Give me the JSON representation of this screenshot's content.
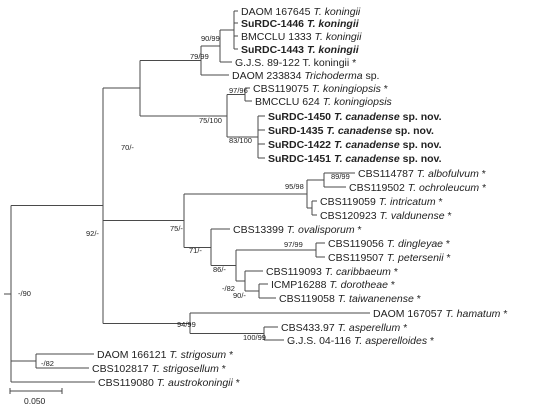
{
  "tree": {
    "taxa": [
      {
        "id": "T1",
        "parts": [
          [
            "DAOM 167645 ",
            0
          ],
          [
            "T. koningii",
            1
          ]
        ],
        "bold": false
      },
      {
        "id": "T2",
        "parts": [
          [
            "SuRDC-1446 ",
            0
          ],
          [
            "T. koningii",
            1
          ]
        ],
        "bold": true
      },
      {
        "id": "T3",
        "parts": [
          [
            "BMCCLU 1333 ",
            0
          ],
          [
            "T. koningii",
            1
          ]
        ],
        "bold": false
      },
      {
        "id": "T4",
        "parts": [
          [
            "SuRDC-1443 ",
            0
          ],
          [
            "T. koningii",
            1
          ]
        ],
        "bold": true
      },
      {
        "id": "T5",
        "parts": [
          [
            "G.J.S. 89-122 ",
            0
          ],
          [
            "T. koningii",
            0
          ],
          [
            " *",
            0
          ]
        ],
        "bold": false
      },
      {
        "id": "T6",
        "parts": [
          [
            "DAOM 233834 ",
            0
          ],
          [
            "Trichoderma",
            1
          ],
          [
            " sp.",
            0
          ]
        ],
        "bold": false
      },
      {
        "id": "T7",
        "parts": [
          [
            "CBS119075 ",
            0
          ],
          [
            "T. koningiopsis",
            1
          ],
          [
            " *",
            0
          ]
        ],
        "bold": false
      },
      {
        "id": "T8",
        "parts": [
          [
            "BMCCLU 624 ",
            0
          ],
          [
            "T. koningiopsis",
            1
          ]
        ],
        "bold": false
      },
      {
        "id": "T9",
        "parts": [
          [
            "SuRDC-1450 ",
            0
          ],
          [
            "T. canadense",
            1
          ],
          [
            " sp. nov.",
            0
          ]
        ],
        "bold": true
      },
      {
        "id": "T10",
        "parts": [
          [
            "SuRD-1435 ",
            0
          ],
          [
            "T. canadense",
            1
          ],
          [
            " sp. nov.",
            0
          ]
        ],
        "bold": true
      },
      {
        "id": "T11",
        "parts": [
          [
            "SuRDC-1422 ",
            0
          ],
          [
            "T. canadense",
            1
          ],
          [
            " sp. nov.",
            0
          ]
        ],
        "bold": true
      },
      {
        "id": "T12",
        "parts": [
          [
            "SuRDC-1451 ",
            0
          ],
          [
            "T. canadense",
            1
          ],
          [
            " sp. nov.",
            0
          ]
        ],
        "bold": true
      },
      {
        "id": "T13",
        "parts": [
          [
            "CBS114787 ",
            0
          ],
          [
            "T. albofulvum",
            1
          ],
          [
            " *",
            0
          ]
        ],
        "bold": false
      },
      {
        "id": "T14",
        "parts": [
          [
            "CBS119502 ",
            0
          ],
          [
            "T. ochroleucum",
            1
          ],
          [
            " *",
            0
          ]
        ],
        "bold": false
      },
      {
        "id": "T15",
        "parts": [
          [
            "CBS119059 ",
            0
          ],
          [
            "T. intricatum",
            1
          ],
          [
            " *",
            0
          ]
        ],
        "bold": false
      },
      {
        "id": "T16",
        "parts": [
          [
            "CBS120923 ",
            0
          ],
          [
            "T. valdunense",
            1
          ],
          [
            " *",
            0
          ]
        ],
        "bold": false
      },
      {
        "id": "T17",
        "parts": [
          [
            "CBS13399 ",
            0
          ],
          [
            "T. ovalisporum",
            1
          ],
          [
            " *",
            0
          ]
        ],
        "bold": false
      },
      {
        "id": "T18",
        "parts": [
          [
            "CBS119056 ",
            0
          ],
          [
            "T. dingleyae",
            1
          ],
          [
            " *",
            0
          ]
        ],
        "bold": false
      },
      {
        "id": "T19",
        "parts": [
          [
            "CBS119507 ",
            0
          ],
          [
            "T. petersenii",
            1
          ],
          [
            " *",
            0
          ]
        ],
        "bold": false
      },
      {
        "id": "T20",
        "parts": [
          [
            "CBS119093 ",
            0
          ],
          [
            "T. caribbaeum",
            1
          ],
          [
            " *",
            0
          ]
        ],
        "bold": false
      },
      {
        "id": "T21",
        "parts": [
          [
            "ICMP16288 ",
            0
          ],
          [
            "T. dorotheae",
            1
          ],
          [
            " *",
            0
          ]
        ],
        "bold": false
      },
      {
        "id": "T22",
        "parts": [
          [
            "CBS119058 ",
            0
          ],
          [
            "T. taiwanenense",
            1
          ],
          [
            " *",
            0
          ]
        ],
        "bold": false
      },
      {
        "id": "T23",
        "parts": [
          [
            "DAOM 167057 ",
            0
          ],
          [
            "T. hamatum",
            1
          ],
          [
            " *",
            0
          ]
        ],
        "bold": false
      },
      {
        "id": "T24",
        "parts": [
          [
            "CBS433.97 ",
            0
          ],
          [
            "T. asperellum",
            1
          ],
          [
            " *",
            0
          ]
        ],
        "bold": false
      },
      {
        "id": "T25",
        "parts": [
          [
            "G.J.S. 04-116 ",
            0
          ],
          [
            "T. asperelloides",
            1
          ],
          [
            " *",
            0
          ]
        ],
        "bold": false
      },
      {
        "id": "T26",
        "parts": [
          [
            "DAOM 166121 ",
            0
          ],
          [
            "T. strigosum",
            1
          ],
          [
            " *",
            0
          ]
        ],
        "bold": false
      },
      {
        "id": "T27",
        "parts": [
          [
            "CBS102817 ",
            0
          ],
          [
            "T. strigosellum",
            1
          ],
          [
            " *",
            0
          ]
        ],
        "bold": false
      },
      {
        "id": "T28",
        "parts": [
          [
            "CBS119080 ",
            0
          ],
          [
            "T. austrokoningii",
            1
          ],
          [
            " *",
            0
          ]
        ],
        "bold": false
      }
    ],
    "support_values": [
      {
        "node": "N_kon_core",
        "label": "90/99"
      },
      {
        "node": "N_kon_clade",
        "label": "79/99"
      },
      {
        "node": "N_koningiopsis",
        "label": "97/96"
      },
      {
        "node": "N_canadense",
        "label": "83/100"
      },
      {
        "node": "N_kp_can",
        "label": "75/100"
      },
      {
        "node": "N_upper",
        "label": "70/-"
      },
      {
        "node": "N_albo_ochro",
        "label": "89/99"
      },
      {
        "node": "N_pair2",
        "label": "95/98"
      },
      {
        "node": "N_ovalis",
        "label": "75/-"
      },
      {
        "node": "N_ding_pet",
        "label": "97/99"
      },
      {
        "node": "N_mid",
        "label": "71/-"
      },
      {
        "node": "N_carib",
        "label": "86/-"
      },
      {
        "node": "N_doro_taiw",
        "label": "90/-"
      },
      {
        "node": "N_carib_sub",
        "label": "-/82"
      },
      {
        "node": "N_hamatum",
        "label": "94/99"
      },
      {
        "node": "N_asper",
        "label": "100/99"
      },
      {
        "node": "N_main",
        "label": "92/-"
      },
      {
        "node": "N_strig",
        "label": "-/82"
      },
      {
        "node": "N_root",
        "label": "-/90"
      }
    ],
    "scale_bar": {
      "label": "0.050",
      "branch_length": 0.05
    }
  }
}
